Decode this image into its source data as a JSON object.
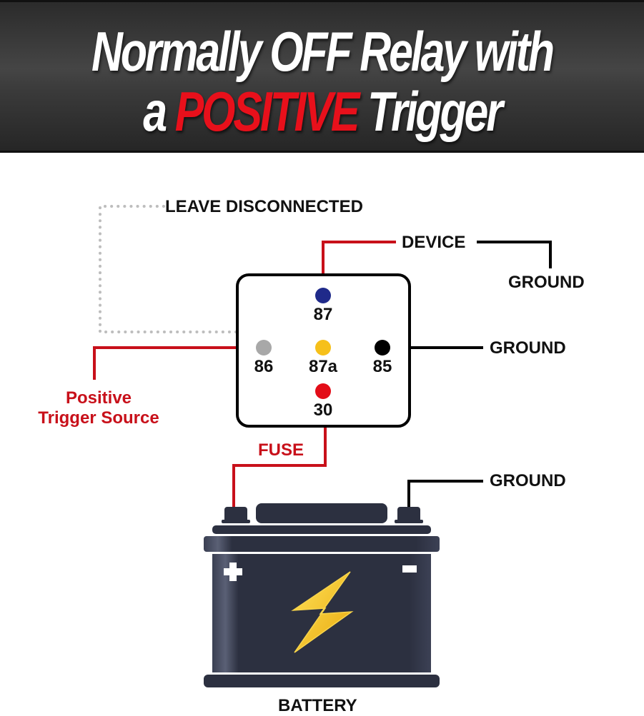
{
  "title": {
    "line1": "Normally OFF Relay with",
    "line2_prefix": "a ",
    "line2_highlight": "POSITIVE",
    "line2_suffix": " Trigger"
  },
  "labels": {
    "leave_disconnected": "LEAVE DISCONNECTED",
    "device": "DEVICE",
    "device_ground": "GROUND",
    "pin85_ground": "GROUND",
    "battery_ground": "GROUND",
    "trigger_line1": "Positive",
    "trigger_line2": "Trigger Source",
    "fuse": "FUSE",
    "battery": "BATTERY"
  },
  "relay": {
    "pins": [
      {
        "id": "87",
        "label": "87",
        "color": "#1f2a8a"
      },
      {
        "id": "86",
        "label": "86",
        "color": "#a8a8a8"
      },
      {
        "id": "87a",
        "label": "87a",
        "color": "#f6c01a"
      },
      {
        "id": "85",
        "label": "85",
        "color": "#000000"
      },
      {
        "id": "30",
        "label": "30",
        "color": "#e30d18"
      }
    ]
  },
  "colors": {
    "positive_wire": "#c8101a",
    "ground_wire": "#000000",
    "disconnected_wire": "#bdbdbd",
    "battery_body": "#2c3040",
    "bolt": "#f5c518"
  }
}
